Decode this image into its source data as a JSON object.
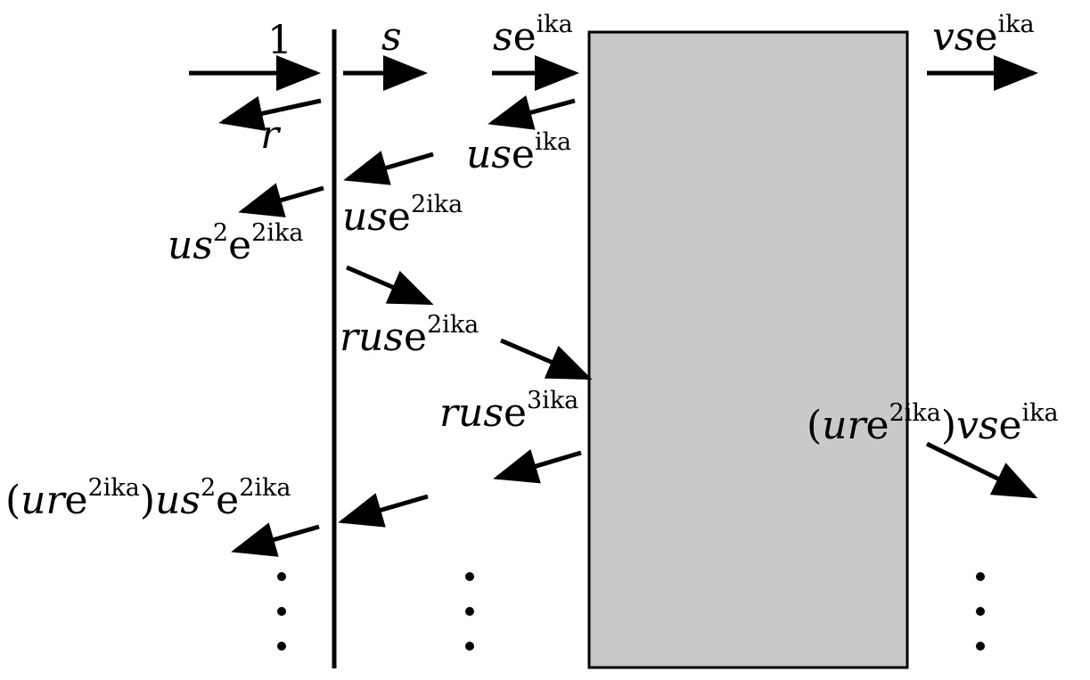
{
  "colors": {
    "ink": "#000000",
    "slab_fill": "#c9c9cb",
    "background": "#ffffff"
  },
  "labels": {
    "incident": "1",
    "reflect_r": "r",
    "transmit_s": "s",
    "s_phase": {
      "base": "s",
      "e": "e",
      "exp": "ika"
    },
    "vs_phase": {
      "base": "vs",
      "e": "e",
      "exp": "ika"
    },
    "us_phase": {
      "base": "us",
      "e": "e",
      "exp": "ika"
    },
    "us_2phase": {
      "base": "us",
      "e": "e",
      "exp": "2ika"
    },
    "us2_2phase": {
      "base": "us",
      "pow": "2",
      "e": "e",
      "exp": "2ika"
    },
    "rus_2phase": {
      "base": "rus",
      "e": "e",
      "exp": "2ika"
    },
    "rus_3phase": {
      "base": "rus",
      "e": "e",
      "exp": "3ika"
    },
    "ure_vs": {
      "open": "(",
      "base": "ur",
      "e": "e",
      "exp": "2ika",
      "close": ")",
      "tail": "vs",
      "e2": "e",
      "exp2": "ika"
    },
    "ure_us2": {
      "open": "(",
      "base": "ur",
      "e": "e",
      "exp": "2ika",
      "close": ")",
      "tail": "us",
      "pow": "2",
      "e2": "e",
      "exp2": "2ika"
    }
  }
}
